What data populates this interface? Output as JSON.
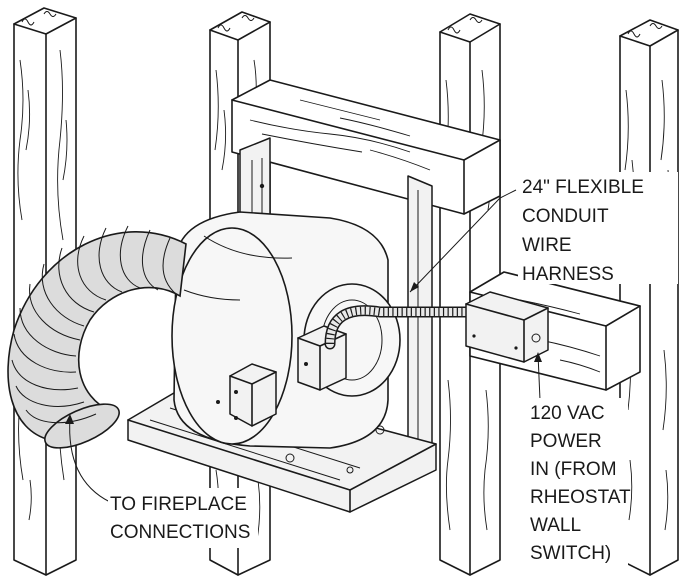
{
  "labels": {
    "conduit": [
      "24\" FLEXIBLE",
      "CONDUIT",
      "WIRE",
      "HARNESS"
    ],
    "power": [
      "120 VAC",
      "POWER",
      "IN (FROM",
      "RHEOSTAT",
      "WALL",
      "SWITCH)"
    ],
    "fireplace": [
      "TO FIREPLACE",
      "CONNECTIONS"
    ]
  },
  "colors": {
    "line": "#1a1a1a",
    "duct_fill": "#dcdcdc",
    "housing_fill": "#f7f7f7",
    "background": "#ffffff"
  }
}
